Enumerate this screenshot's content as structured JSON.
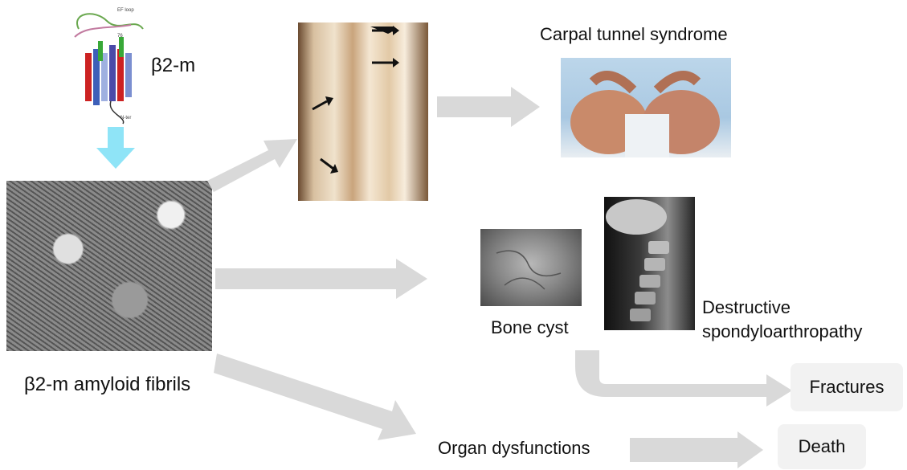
{
  "protein": {
    "name": "β2-m",
    "annotations": {
      "ef_loop": "EF loop",
      "residue": "76",
      "n_term": "N-ter"
    }
  },
  "fibrils_label": "β2-m amyloid fibrils",
  "outcomes": {
    "carpal_tunnel": "Carpal tunnel syndrome",
    "bone_cyst": "Bone cyst",
    "spondylo_line1": "Destructive",
    "spondylo_line2": "spondyloarthropathy",
    "fractures": "Fractures",
    "organ_dysfunctions": "Organ dysfunctions",
    "death": "Death"
  },
  "colors": {
    "flow_arrow": "#d9d9d9",
    "formation_arrow": "#8fe4f7",
    "outcome_box": "#f2f2f2"
  }
}
